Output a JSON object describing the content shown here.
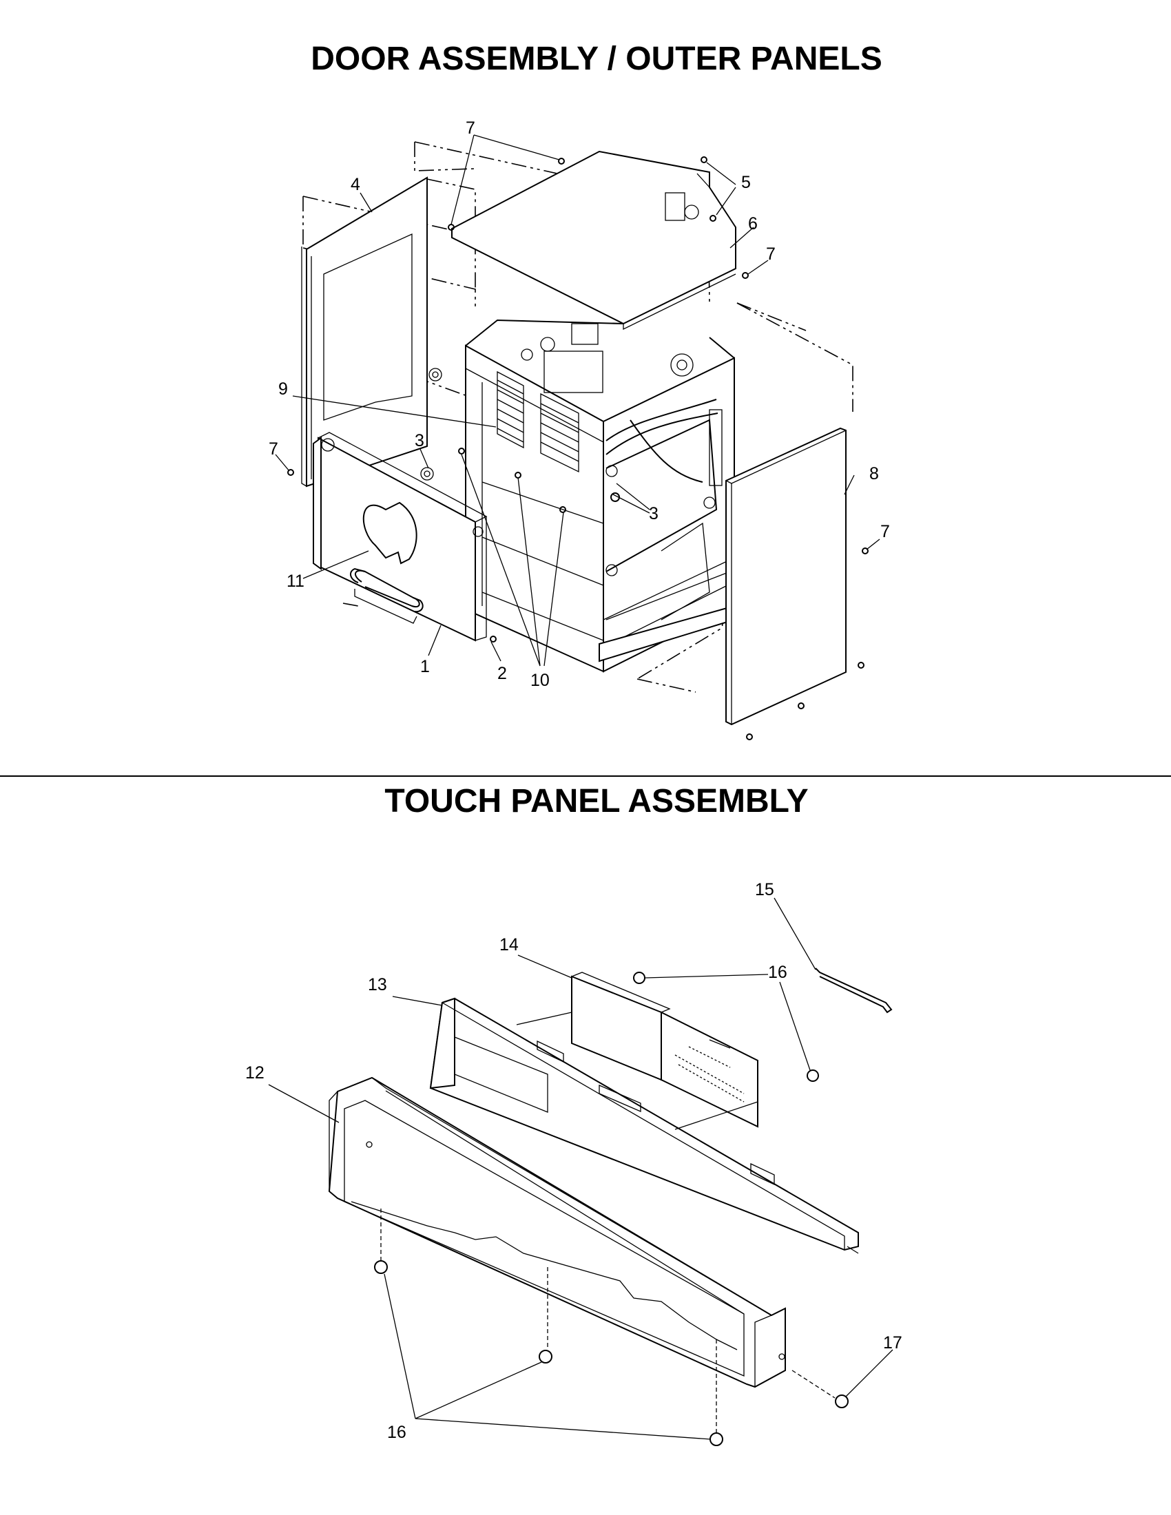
{
  "headings": {
    "top": "DOOR ASSEMBLY / OUTER PANELS",
    "bottom": "TOUCH PANEL ASSEMBLY"
  },
  "callouts": {
    "c1": "1",
    "c2": "2",
    "c3a": "3",
    "c3b": "3",
    "c4": "4",
    "c5": "5",
    "c6": "6",
    "c7a": "7",
    "c7b": "7",
    "c7c": "7",
    "c7d": "7",
    "c8": "8",
    "c9": "9",
    "c10": "10",
    "c11": "11",
    "c12": "12",
    "c13": "13",
    "c14": "14",
    "c15": "15",
    "c16a": "16",
    "c16b": "16",
    "c17": "17"
  }
}
